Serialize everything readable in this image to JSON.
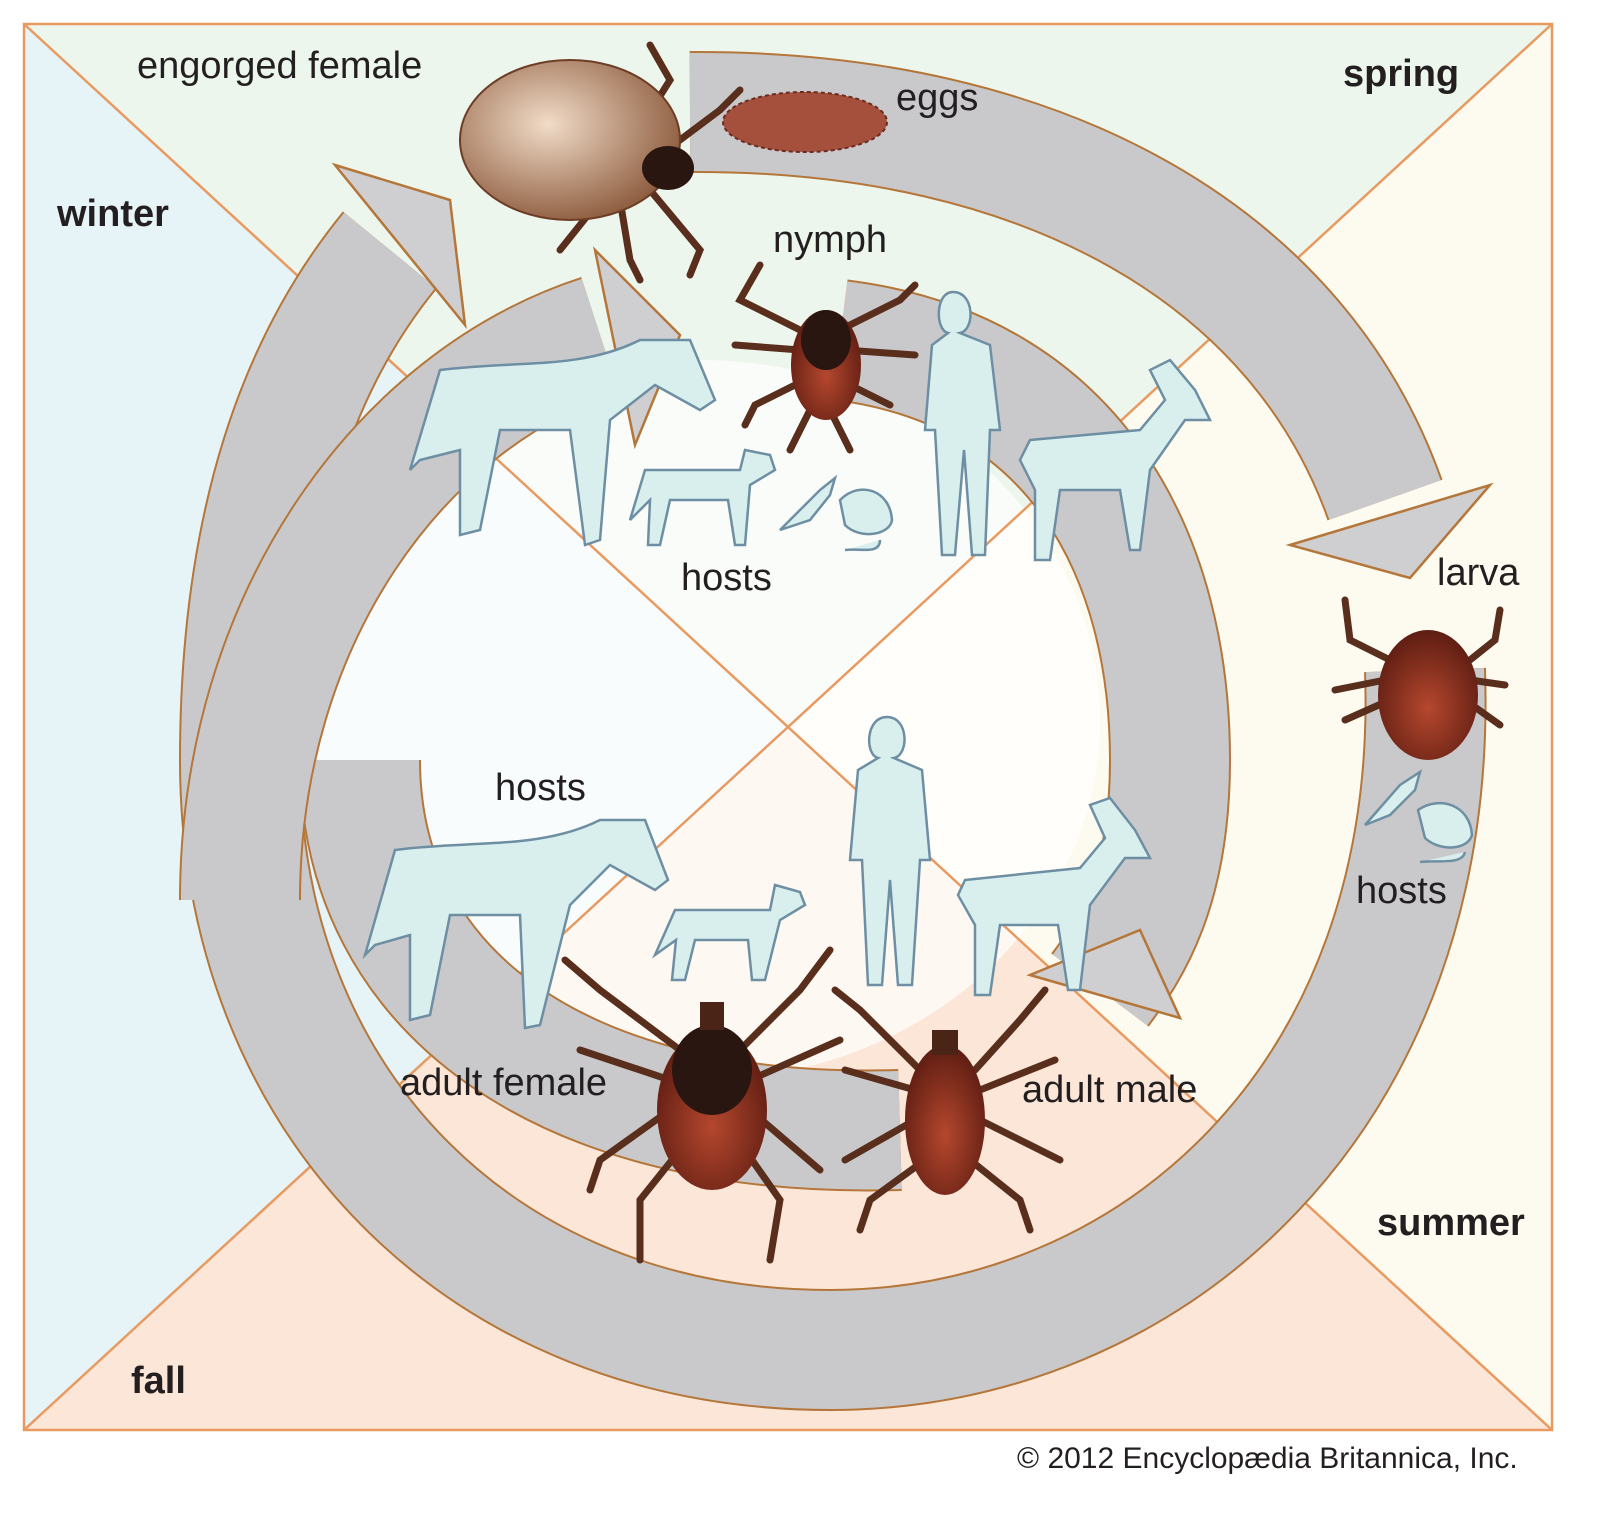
{
  "title": "Tick life cycle",
  "seasons": {
    "spring": "spring",
    "summer": "summer",
    "fall": "fall",
    "winter": "winter"
  },
  "stages": {
    "engorged_female": "engorged female",
    "eggs": "eggs",
    "larva": "larva",
    "nymph": "nymph",
    "adult_female": "adult female",
    "adult_male": "adult male"
  },
  "hosts": {
    "larva_hosts": "hosts",
    "nymph_hosts": "hosts",
    "adult_hosts": "hosts"
  },
  "copyright": "© 2012 Encyclopædia Britannica, Inc.",
  "colors": {
    "frame": "#e89a60",
    "spring_bg": "#edf6ec",
    "summer_bg": "#fdfbef",
    "fall_bg": "#fbe6d8",
    "winter_bg": "#e7f4f7",
    "arrow": "#c9c9cb",
    "host": "#d8efee",
    "tick": "#8a2d1c"
  }
}
